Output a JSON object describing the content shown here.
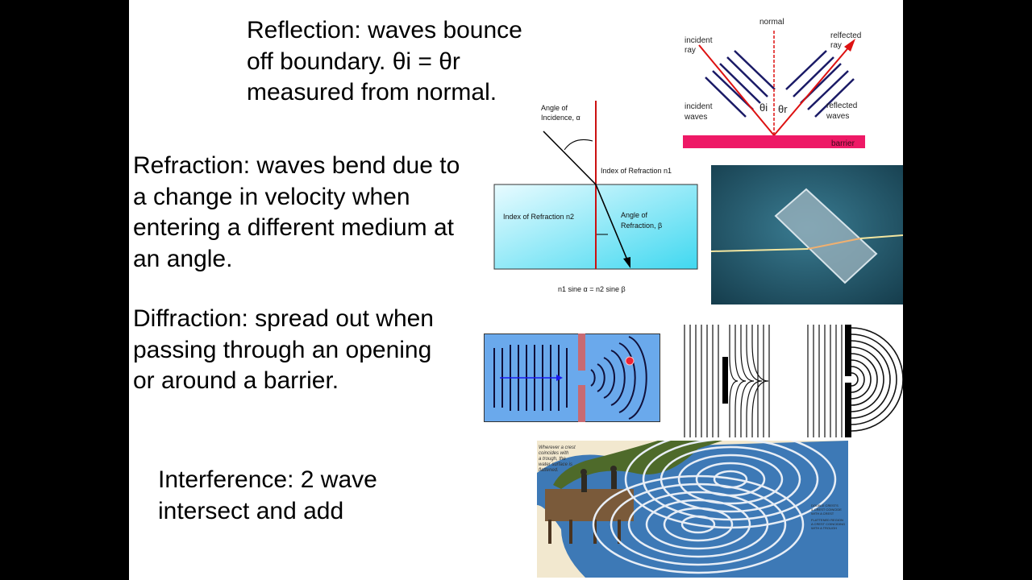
{
  "slide": {
    "reflection": {
      "lines": [
        "Reflection: waves bounce",
        "off boundary. θi = θr",
        "measured from normal."
      ]
    },
    "refraction": {
      "lines": [
        "Refraction: waves bend due to",
        "a change in velocity when",
        "entering a different medium at",
        "an angle."
      ]
    },
    "diffraction": {
      "lines": [
        "Diffraction: spread out when",
        "passing through an opening",
        "or around a barrier."
      ]
    },
    "interference": {
      "lines": [
        "Interference:  2 wave",
        "intersect and add"
      ]
    }
  },
  "reflection_diagram": {
    "normal": "normal",
    "incident_ray": [
      "incident",
      "ray"
    ],
    "reflected_ray": [
      "relfected",
      "ray"
    ],
    "incident_waves": [
      "incident",
      "waves"
    ],
    "reflected_waves": [
      "reflected",
      "waves"
    ],
    "theta_i": "θi",
    "theta_r": "θr",
    "barrier": "barrier"
  },
  "refraction_diagram": {
    "angle_incidence": [
      "Angle of",
      "Incidence, α"
    ],
    "index_n1": "Index of Refraction n1",
    "index_n2": "Index of Refraction n2",
    "angle_refraction": [
      "Angle of",
      "Refraction, β"
    ],
    "snell": "n1 sine α  = n2 sine β"
  },
  "interference_image": {
    "captions": [
      "Wherever a crest",
      "coincides with",
      "a trough, the",
      "water surface is",
      "flattened."
    ],
    "right_labels": [
      "DOUBLE CRESTS",
      "& CREST COINCIDE",
      "WITH A CREST",
      "FLATTENED REGION",
      "A CREST COINCIDING",
      "WITH A TROUGH"
    ]
  },
  "colors": {
    "barrier": "#ee1966",
    "ray": "#dd1111",
    "wavefront": "#1a1a66",
    "water_panel": "#6aa9ec",
    "glass_photo_bg": "#1f566a",
    "interference_bg": "#f2e8cf"
  }
}
